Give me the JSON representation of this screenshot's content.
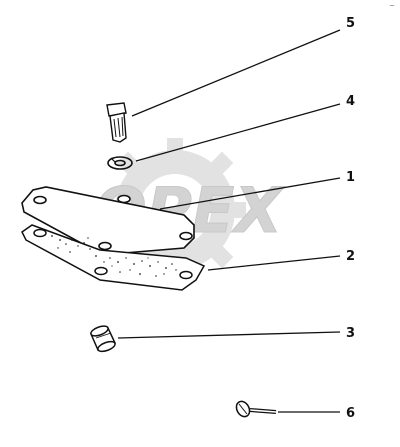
{
  "diagram": {
    "watermark": {
      "text": "OPEX",
      "color": "#d9d9d9"
    },
    "callouts": [
      {
        "id": "5",
        "label": "5",
        "part": "bolt-top"
      },
      {
        "id": "4",
        "label": "4",
        "part": "lock-washer"
      },
      {
        "id": "1",
        "label": "1",
        "part": "cover-plate"
      },
      {
        "id": "2",
        "label": "2",
        "part": "gasket"
      },
      {
        "id": "3",
        "label": "3",
        "part": "sleeve-nut"
      },
      {
        "id": "6",
        "label": "6",
        "part": "screw-bottom"
      }
    ],
    "corner_mark": "~",
    "line_color": "#111111"
  }
}
